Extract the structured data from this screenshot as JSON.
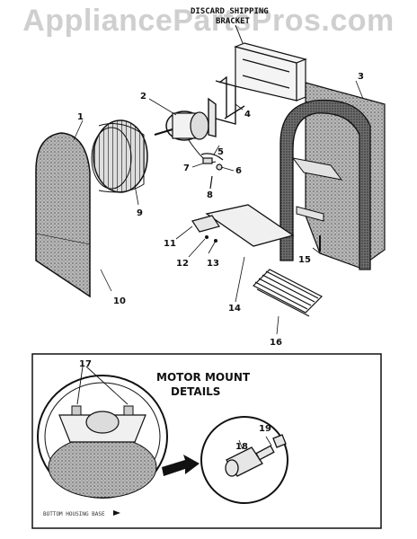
{
  "site": {
    "watermark": "AppliancePartsPros.com"
  },
  "diagram": {
    "bracket_caption_line1": "DISCARD SHIPPING",
    "bracket_caption_line2": "BRACKET",
    "detail_title_line1": "MOTOR MOUNT",
    "detail_title_line2": "DETAILS",
    "detail_base_label": "BOTTOM HOUSING BASE",
    "callouts": [
      "1",
      "2",
      "3",
      "4",
      "5",
      "6",
      "7",
      "8",
      "9",
      "10",
      "11",
      "12",
      "13",
      "14",
      "15",
      "16",
      "17",
      "18",
      "19"
    ]
  },
  "colors": {
    "ink": "#111111",
    "stipple": "#7a7a7a",
    "watermark": "#cfcfcf"
  }
}
